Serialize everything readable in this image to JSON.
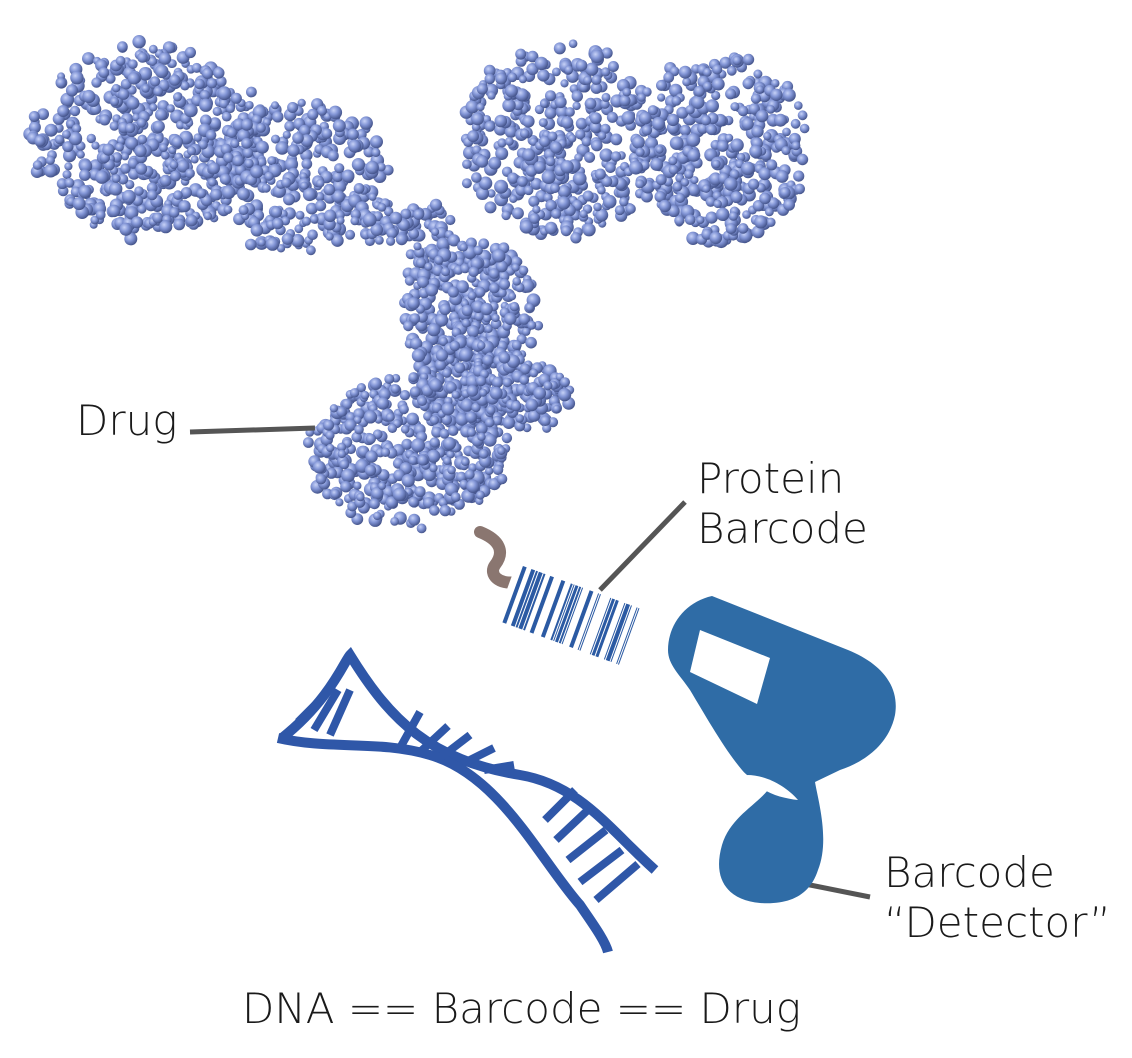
{
  "labels": {
    "drug": "Drug",
    "protein_barcode": {
      "line1": "Protein",
      "line2": "Barcode"
    },
    "barcode_detector": {
      "line1": "Barcode",
      "line2": "“Detector”"
    },
    "equation": "DNA == Barcode == Drug"
  },
  "colors": {
    "antibody": "#7f93d6",
    "antibody_dark": "#4d5f9a",
    "dna": "#2f57a8",
    "scanner": "#2f6ca6",
    "barcode": "#2b5aa3",
    "linker": "#8a7670",
    "leader_line": "#555555"
  },
  "icons": {
    "antibody": "antibody-molecule-icon",
    "barcode": "barcode-icon",
    "scanner": "barcode-scanner-icon",
    "dna": "dna-double-helix-icon"
  }
}
